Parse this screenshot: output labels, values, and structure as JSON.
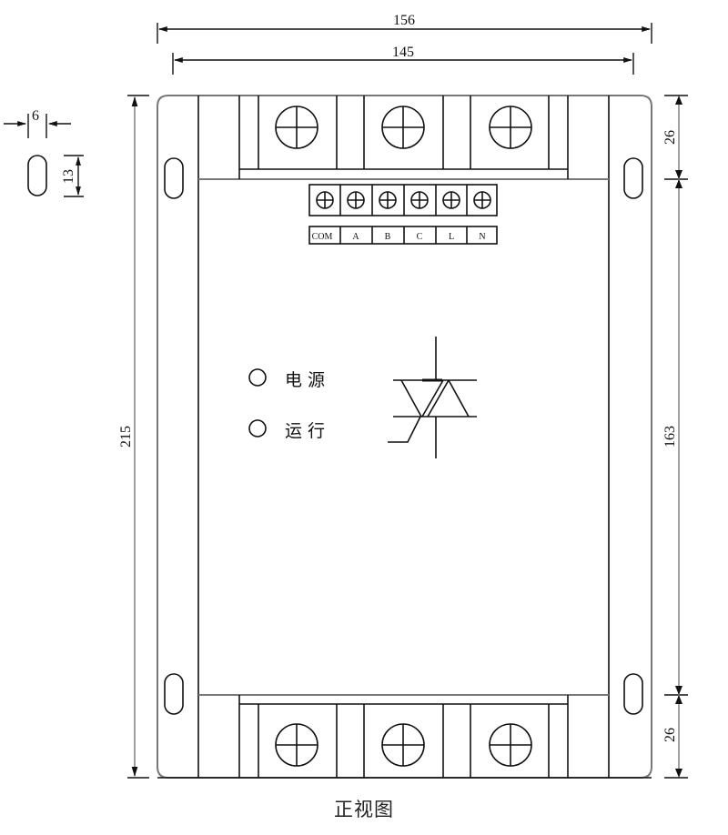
{
  "drawing": {
    "caption": "正视图",
    "dimensions": {
      "overall_width": "156",
      "hole_pitch_width": "145",
      "overall_height": "215",
      "top_terminal_zone": "26",
      "middle_zone": "163",
      "bottom_terminal_zone": "26",
      "slot_width": "6",
      "slot_length": "13"
    },
    "terminal_block": {
      "labels": [
        "COM",
        "A",
        "B",
        "C",
        "L",
        "N"
      ]
    },
    "indicators": [
      {
        "label": "电源"
      },
      {
        "label": "运行"
      }
    ],
    "power_terminals": {
      "top_count": 3,
      "bottom_count": 3
    },
    "symbol": "triac-symbol",
    "colors": {
      "line": "#111111",
      "outline": "#777777",
      "background": "#ffffff"
    }
  }
}
